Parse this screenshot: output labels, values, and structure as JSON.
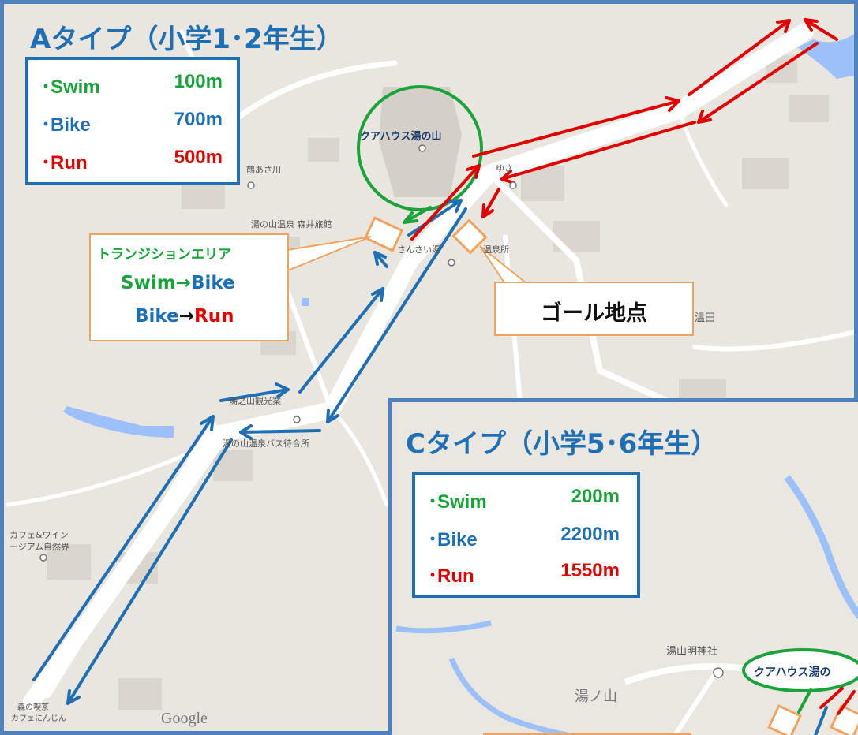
{
  "panel_a": {
    "title": "Aタイプ（小学1･2年生）",
    "legend": [
      {
        "name": "･Swim",
        "distance": "100m",
        "color": "#1AA33A"
      },
      {
        "name": "･Bike",
        "distance": "700m",
        "color": "#1F6FB5"
      },
      {
        "name": "･Run",
        "distance": "500m",
        "color": "#E00000"
      }
    ]
  },
  "panel_c": {
    "title": "Cタイプ（小学5･6年生）",
    "legend": [
      {
        "name": "･Swim",
        "distance": "200m",
        "color": "#1AA33A"
      },
      {
        "name": "･Bike",
        "distance": "2200m",
        "color": "#1F6FB5"
      },
      {
        "name": "･Run",
        "distance": "1550m",
        "color": "#E00000"
      }
    ]
  },
  "transition": {
    "heading": "トランジションエリア",
    "line1_a": "Swim",
    "line1_b": "Bike",
    "line2_a": "Bike",
    "line2_b": "Run",
    "arrow": "→"
  },
  "goal_label": "ゴール地点",
  "map_labels": {
    "pool": "クアハウス湯の山",
    "pool_c": "クアハウス湯の",
    "yuza": "ゆさ",
    "asakawa": "鶴あさ川",
    "morii": "湯の山温泉 森井旅館",
    "sansai": "さんさい湯",
    "sansai2": "温泉所",
    "onsen_field": "温田",
    "bus_stop1": "湯之山観光案",
    "bus_stop2": "湯の山温泉バス待合所",
    "cafe1": "カフェ&ワイン",
    "cafe2": "ージアム自然界",
    "cafe3": "森の喫茶",
    "cafe4": "カフェにんじん",
    "google": "Google",
    "yunoyama": "湯ノ山",
    "shrine": "湯山明神社"
  },
  "colors": {
    "frame": "#4F81BD",
    "swim": "#1AA33A",
    "bike": "#1F6FB5",
    "run": "#E00000",
    "callout": "#F0A35E"
  }
}
